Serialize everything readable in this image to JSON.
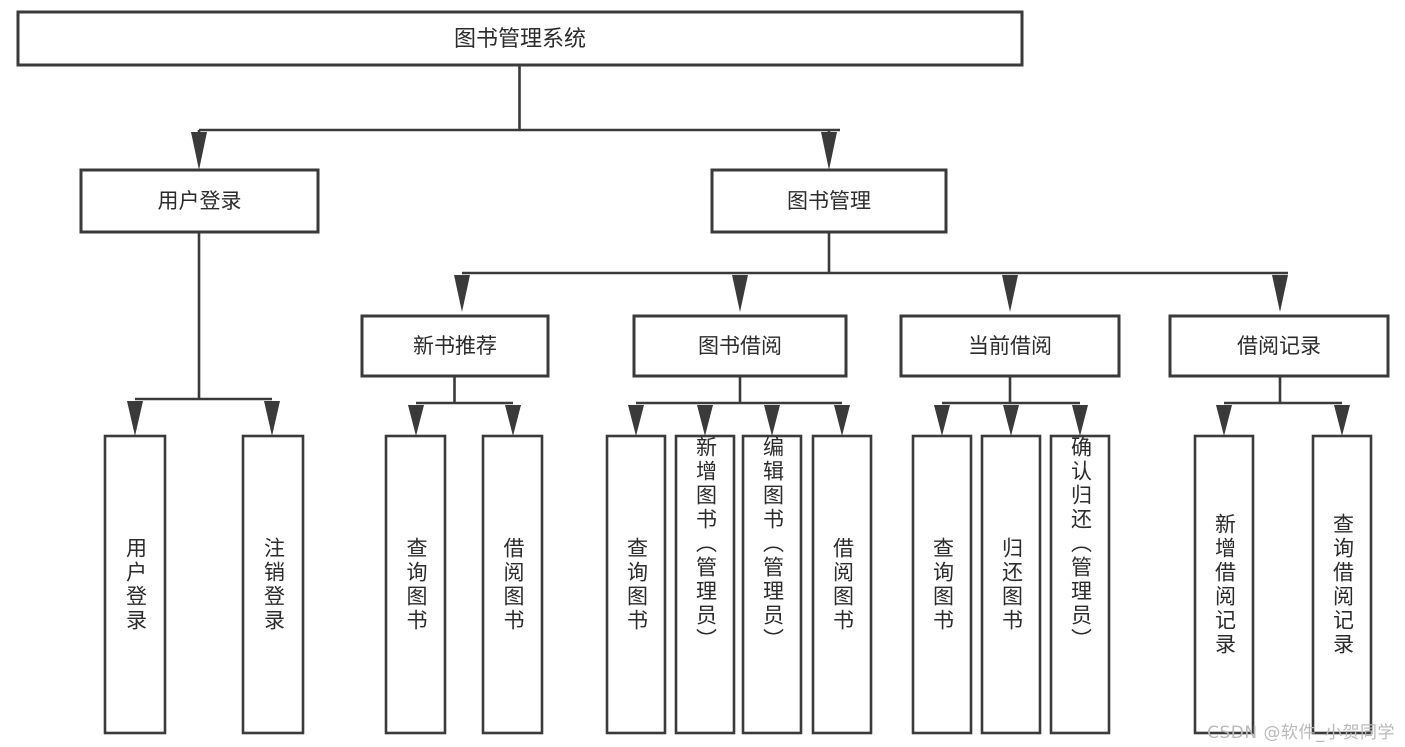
{
  "diagram": {
    "title": "图书管理系统",
    "type": "tree-hierarchy-chart",
    "watermark": "CSDN @软件_小贺同学",
    "colors": {
      "background": "#ffffff",
      "box_stroke": "#3a3a3a",
      "box_fill": "#ffffff",
      "text": "#2b2b2b",
      "connector": "#3a3a3a",
      "watermark": "#b9b9b9"
    },
    "root": {
      "label": "图书管理系统"
    },
    "level2": [
      {
        "label": "用户登录"
      },
      {
        "label": "图书管理"
      }
    ],
    "level3": [
      {
        "label": "新书推荐"
      },
      {
        "label": "图书借阅"
      },
      {
        "label": "当前借阅"
      },
      {
        "label": "借阅记录"
      }
    ],
    "leaves": {
      "user_login": [
        "用户登录",
        "注销登录"
      ],
      "new_book_recommend": [
        "查询图书",
        "借阅图书"
      ],
      "book_borrow": [
        "查询图书",
        "新增图书（管理员）",
        "编辑图书（管理员）",
        "借阅图书"
      ],
      "current_borrow": [
        "查询图书",
        "归还图书",
        "确认归还（管理员）"
      ],
      "borrow_record": [
        "新增借阅记录",
        "查询借阅记录"
      ]
    }
  },
  "chart_data": {
    "type": "tree",
    "title": "图书管理系统",
    "nodes": [
      {
        "id": "root",
        "label": "图书管理系统",
        "level": 1,
        "parent": null
      },
      {
        "id": "n2a",
        "label": "用户登录",
        "level": 2,
        "parent": "root"
      },
      {
        "id": "n2b",
        "label": "图书管理",
        "level": 2,
        "parent": "root"
      },
      {
        "id": "n3a",
        "label": "新书推荐",
        "level": 3,
        "parent": "n2b"
      },
      {
        "id": "n3b",
        "label": "图书借阅",
        "level": 3,
        "parent": "n2b"
      },
      {
        "id": "n3c",
        "label": "当前借阅",
        "level": 3,
        "parent": "n2b"
      },
      {
        "id": "n3d",
        "label": "借阅记录",
        "level": 3,
        "parent": "n2b"
      },
      {
        "id": "l1",
        "label": "用户登录",
        "level": 4,
        "parent": "n2a"
      },
      {
        "id": "l2",
        "label": "注销登录",
        "level": 4,
        "parent": "n2a"
      },
      {
        "id": "l3",
        "label": "查询图书",
        "level": 4,
        "parent": "n3a"
      },
      {
        "id": "l4",
        "label": "借阅图书",
        "level": 4,
        "parent": "n3a"
      },
      {
        "id": "l5",
        "label": "查询图书",
        "level": 4,
        "parent": "n3b"
      },
      {
        "id": "l6",
        "label": "新增图书（管理员）",
        "level": 4,
        "parent": "n3b"
      },
      {
        "id": "l7",
        "label": "编辑图书（管理员）",
        "level": 4,
        "parent": "n3b"
      },
      {
        "id": "l8",
        "label": "借阅图书",
        "level": 4,
        "parent": "n3b"
      },
      {
        "id": "l9",
        "label": "查询图书",
        "level": 4,
        "parent": "n3c"
      },
      {
        "id": "l10",
        "label": "归还图书",
        "level": 4,
        "parent": "n3c"
      },
      {
        "id": "l11",
        "label": "确认归还（管理员）",
        "level": 4,
        "parent": "n3c"
      },
      {
        "id": "l12",
        "label": "新增借阅记录",
        "level": 4,
        "parent": "n3d"
      },
      {
        "id": "l13",
        "label": "查询借阅记录",
        "level": 4,
        "parent": "n3d"
      }
    ],
    "depth": 4,
    "node_count": 20,
    "orientation": "top-down",
    "leaf_text_direction": "vertical"
  }
}
